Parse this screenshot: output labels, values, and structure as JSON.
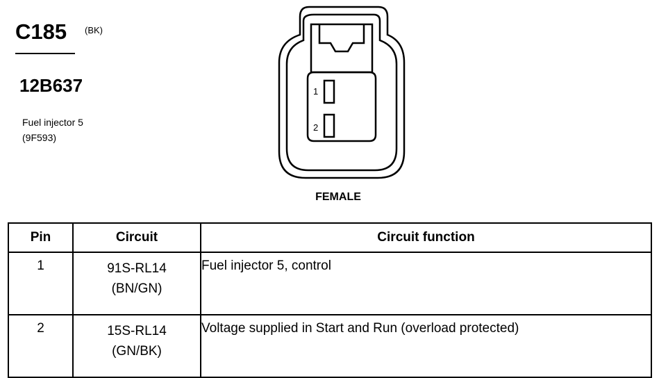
{
  "connector": {
    "id": "C185",
    "color_code": "(BK)",
    "part_number": "12B637",
    "description_lines": [
      "Fuel injector 5",
      "(9F593)"
    ],
    "gender": "FEMALE",
    "pin_labels": [
      "1",
      "2"
    ]
  },
  "table": {
    "headers": [
      "Pin",
      "Circuit",
      "Circuit function"
    ],
    "rows": [
      {
        "pin": "1",
        "circuit": [
          "91S-RL14",
          "(BN/GN)"
        ],
        "function": "Fuel injector 5, control"
      },
      {
        "pin": "2",
        "circuit": [
          "15S-RL14",
          "(GN/BK)"
        ],
        "function": "Voltage supplied in Start and Run (overload protected)"
      }
    ]
  }
}
